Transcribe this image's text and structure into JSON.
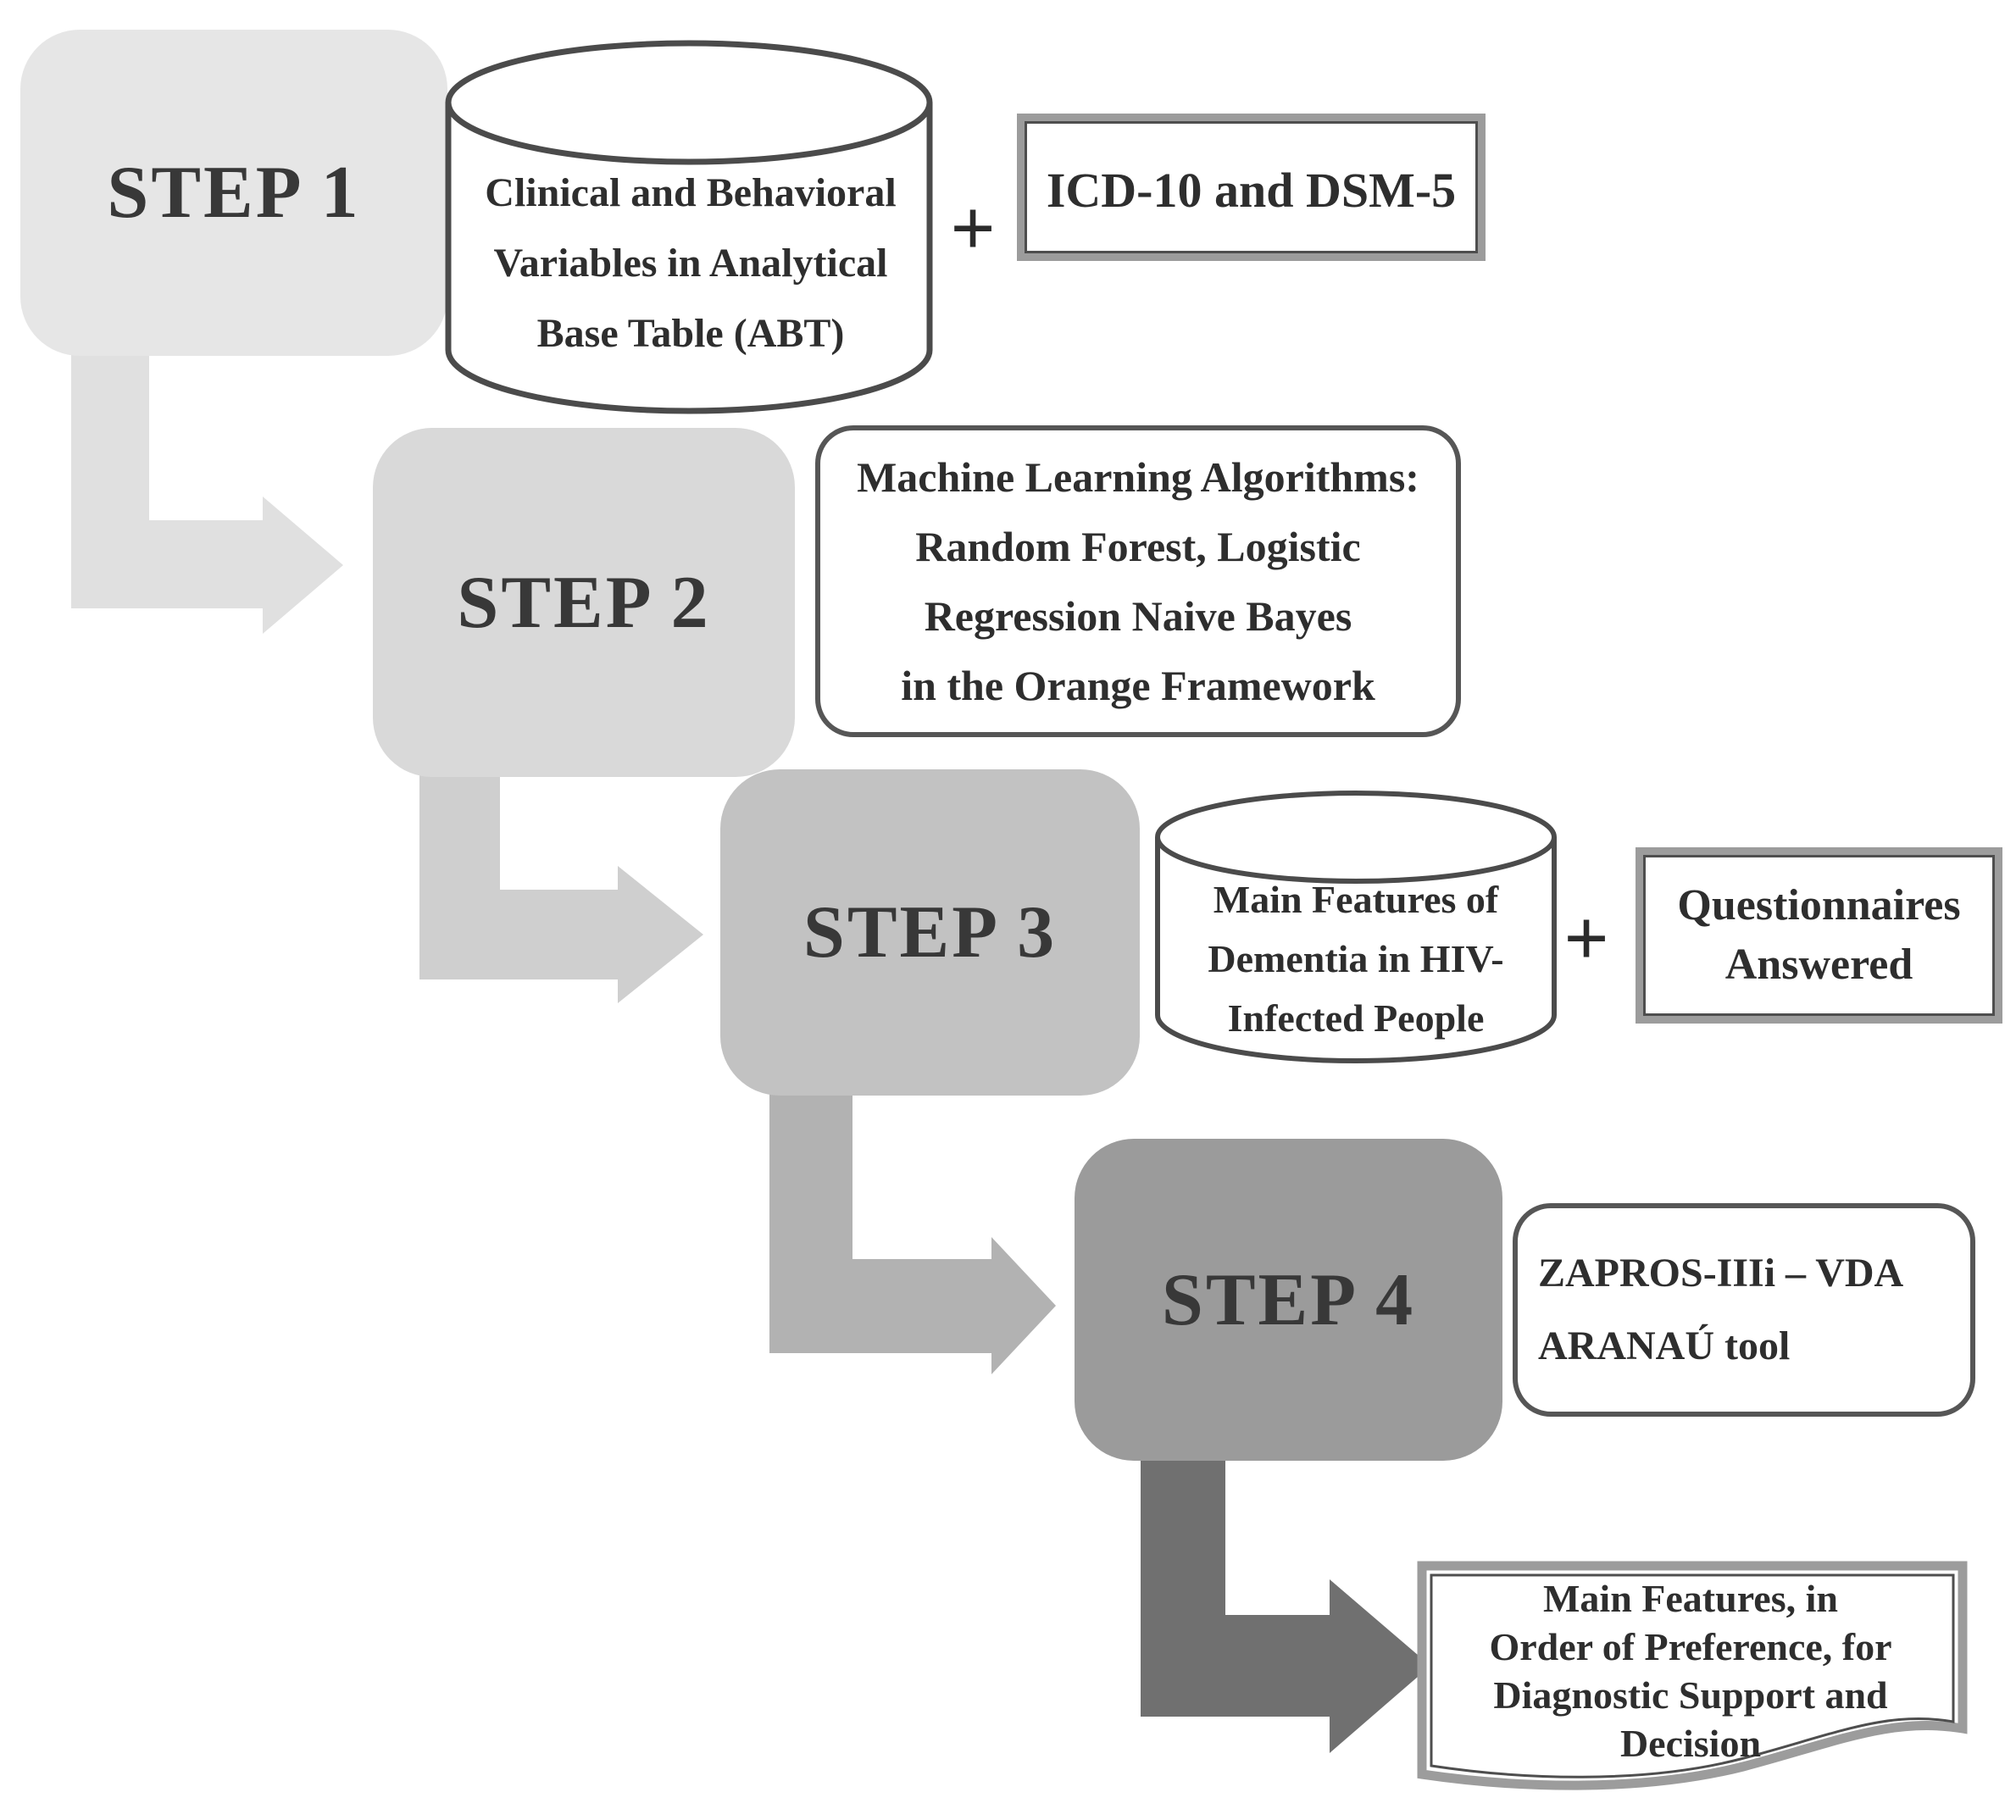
{
  "figure": {
    "type": "flowchart",
    "background": "#ffffff"
  },
  "steps": [
    {
      "label": "STEP 1"
    },
    {
      "label": "STEP 2"
    },
    {
      "label": "STEP 3"
    },
    {
      "label": "STEP 4"
    }
  ],
  "abt_cylinder": {
    "lines": [
      "Clinical and Behavioral",
      "Variables in Analytical",
      "Base Table (ABT)"
    ]
  },
  "plus_top": "+",
  "icd_box": {
    "label": "ICD-10 and DSM-5"
  },
  "ml_box": {
    "lines": [
      "Machine Learning Algorithms:",
      "Random Forest, Logistic",
      "Regression Naive Bayes",
      "in the Orange Framework"
    ]
  },
  "dementia_cylinder": {
    "lines": [
      "Main Features of",
      "Dementia in HIV-",
      "Infected People"
    ]
  },
  "plus_right": "+",
  "questionnaires_box": {
    "lines": [
      "Questionnaires",
      "Answered"
    ]
  },
  "zapros_box": {
    "lines": [
      "ZAPROS-IIIi – VDA",
      "ARANAÚ tool"
    ]
  },
  "output_document": {
    "lines": [
      "Main Features,  in",
      "Order of Preference, for",
      "Diagnostic Support and",
      "Decision"
    ]
  },
  "colors": {
    "step1_fill": "#e6e6e6",
    "step2_fill": "#d9d9d9",
    "step3_fill": "#c2c2c2",
    "step4_fill": "#9b9b9b",
    "arrow1_fill": "#e0e0e0",
    "arrow2_fill": "#cfcfcf",
    "arrow3_fill": "#b2b2b2",
    "arrow4_fill": "#707070",
    "outline": "#4b4b4b",
    "frame": "#9c9c9c",
    "frame_inner": "#4e4e4e",
    "text": "#2e2e2e"
  }
}
